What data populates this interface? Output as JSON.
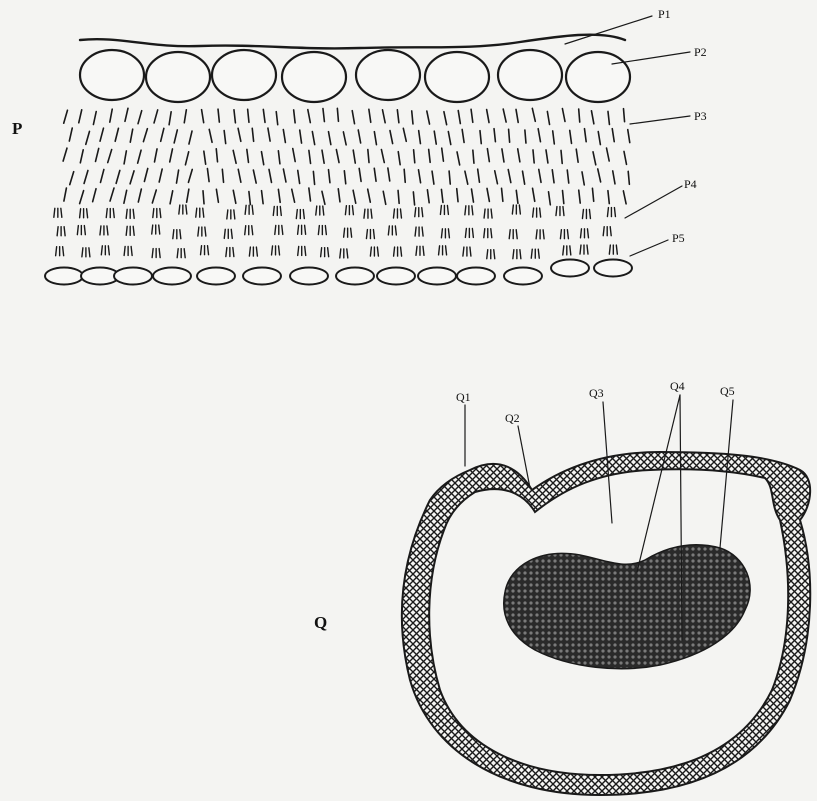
{
  "figure_P": {
    "label": "P",
    "parts": [
      {
        "id": "P1",
        "text": "P1"
      },
      {
        "id": "P2",
        "text": "P2"
      },
      {
        "id": "P3",
        "text": "P3"
      },
      {
        "id": "P4",
        "text": "P4"
      },
      {
        "id": "P5",
        "text": "P5"
      }
    ]
  },
  "figure_Q": {
    "label": "Q",
    "parts": [
      {
        "id": "Q1",
        "text": "Q1"
      },
      {
        "id": "Q2",
        "text": "Q2"
      },
      {
        "id": "Q3",
        "text": "Q3"
      },
      {
        "id": "Q4",
        "text": "Q4"
      },
      {
        "id": "Q5",
        "text": "Q5"
      }
    ]
  },
  "colors": {
    "ink": "#1a1a1a",
    "paper": "#f4f4f2"
  }
}
